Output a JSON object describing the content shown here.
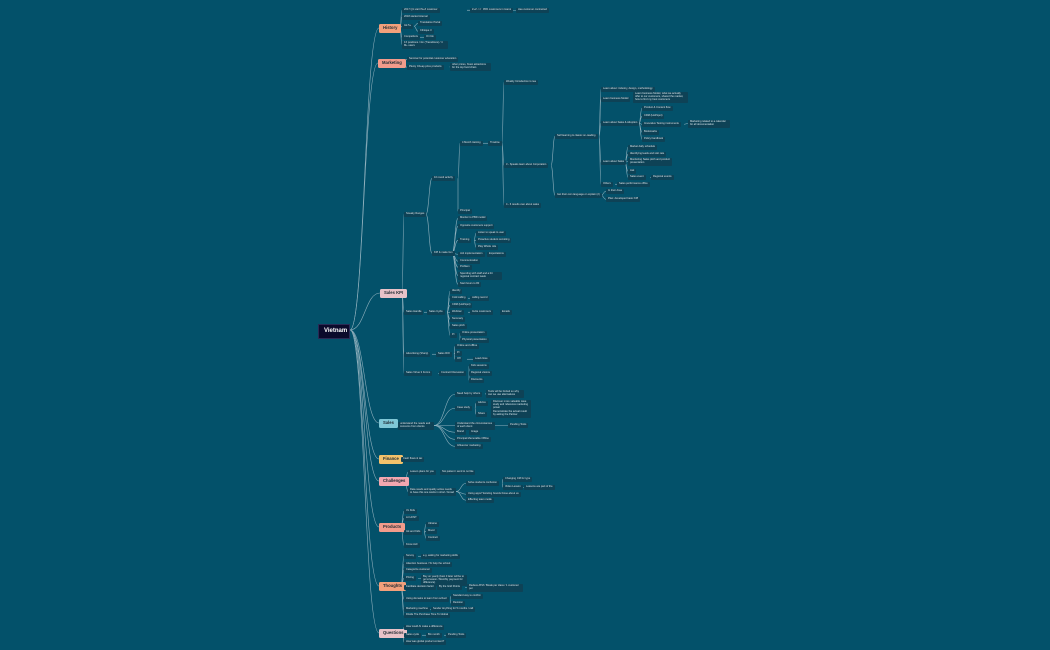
{
  "colors": {
    "background": "#03516a",
    "root": "#0b0a2c",
    "link": "#8fb0bd",
    "leaf": "#0e4256",
    "branch_history": "#f2a07b",
    "branch_marketing": "#f29b8b",
    "branch_sales_kpi": "#e7c2c8",
    "branch_sales": "#7fc7d6",
    "branch_finance": "#f3c26b",
    "branch_challenges": "#f2a7b0",
    "branch_products": "#f29b8b",
    "branch_thoughts": "#f2a07b",
    "branch_questions": "#e7c2c8"
  },
  "root": {
    "label": "Vietnam"
  },
  "branches": [
    {
      "id": "history",
      "label": "History",
      "color": "#f2a07b",
      "nodes": [
        {
          "id": "h1",
          "label": "2017 Q1 start IN+Z customer"
        },
        {
          "id": "h1a",
          "label": "Z+Z -> IN+Z to 3Y Sales"
        },
        {
          "id": "h1b",
          "label": "95% customers in Hanoi"
        },
        {
          "id": "h1c",
          "label": "Has customer contracted"
        },
        {
          "id": "h2",
          "label": "2018 started internal"
        },
        {
          "id": "h3",
          "label": "Ink 5+"
        },
        {
          "id": "h3a",
          "label": "Translation Portal"
        },
        {
          "id": "h3b",
          "label": "Clinique 3"
        },
        {
          "id": "h4",
          "label": "Competitors"
        },
        {
          "id": "h4a",
          "label": "Ori Ink"
        },
        {
          "id": "h5",
          "label": "1X positions / 4m (Transitions) / 4 M+ users"
        }
      ]
    },
    {
      "id": "marketing",
      "label": "Marketing",
      "color": "#f29b8b",
      "nodes": [
        {
          "id": "m1",
          "label": "Seminar for potential customer education"
        },
        {
          "id": "m2",
          "label": "Plenty Cheap price products"
        },
        {
          "id": "m2a",
          "label": "other prices, finest attractions for the top food chain"
        }
      ]
    },
    {
      "id": "sales_kpi",
      "label": "Sales KPI",
      "color": "#e7c2c8",
      "nodes": [
        {
          "id": "k1",
          "label": "Sneaky Ranges"
        },
        {
          "id": "k1a",
          "label": "10 round activity"
        },
        {
          "id": "k1a1",
          "label": "4 Month training"
        },
        {
          "id": "k1a1a",
          "label": "Timeline"
        },
        {
          "id": "k1a1a1",
          "label": "Weekly Introduction to tea"
        },
        {
          "id": "k1a1a2",
          "label": "3 - Speaks learn about Corporation"
        },
        {
          "id": "k1a1a3",
          "label": "4 - 6 results own about sales"
        },
        {
          "id": "k1b",
          "label": "Self learning & classic on-reading"
        },
        {
          "id": "k1b1",
          "label": "Learn about: industry, design, methodology"
        },
        {
          "id": "k1b2",
          "label": "Learn business Model"
        },
        {
          "id": "k1b2a",
          "label": "Learn business Model, what we actually offer to our customers, shared the market, how to find my best customers"
        },
        {
          "id": "k1b3",
          "label": "Learn about Sales & Adoption"
        },
        {
          "id": "k1b3a",
          "label": "Product & Content flow"
        },
        {
          "id": "k1b3b",
          "label": "CRM (HubSpot)"
        },
        {
          "id": "k1b3c",
          "label": "Innovative Testing instruments"
        },
        {
          "id": "k1b3c1",
          "label": "Marketing related to a calendar for all documentation"
        },
        {
          "id": "k1b3d",
          "label": "Bookmarks"
        },
        {
          "id": "k1b3e",
          "label": "Policy handbook"
        },
        {
          "id": "k1b4",
          "label": "Learn about Sales"
        },
        {
          "id": "k1b4a",
          "label": "Market daily schedule"
        },
        {
          "id": "k1b4b",
          "label": "Identifying leads and visit rate"
        },
        {
          "id": "k1b4c",
          "label": "Monitoring Sales pitch and product presentation"
        },
        {
          "id": "k1b4d",
          "label": "Ask"
        },
        {
          "id": "k1b4e",
          "label": "Sales event"
        },
        {
          "id": "k1b4e1",
          "label": "Regional events"
        },
        {
          "id": "k1b5",
          "label": "Others"
        },
        {
          "id": "k1b5a",
          "label": "Sales performance office"
        },
        {
          "id": "k1c",
          "label": "Get their own language or explain (2)"
        },
        {
          "id": "k1c1",
          "label": "In their Area"
        },
        {
          "id": "k1c2",
          "label": "Plan: developed basic KPI"
        },
        {
          "id": "k1d",
          "label": "Principal"
        },
        {
          "id": "k2",
          "label": "KPI & make Gm"
        },
        {
          "id": "k2a",
          "label": "Monitor to PBD model"
        },
        {
          "id": "k2b",
          "label": "Opposite customers support"
        },
        {
          "id": "k2c",
          "label": "Training"
        },
        {
          "id": "k2c1",
          "label": "Listen to speak to user"
        },
        {
          "id": "k2c2",
          "label": "Proactive student recruiting"
        },
        {
          "id": "k2c3",
          "label": "Play Whole role"
        },
        {
          "id": "k2d",
          "label": "Job implementation"
        },
        {
          "id": "k2d1",
          "label": "Expectations"
        },
        {
          "id": "k2e",
          "label": "Communication"
        },
        {
          "id": "k2f",
          "label": "Problem"
        },
        {
          "id": "k2g",
          "label": "Spending with staff and a bit regional contract week"
        },
        {
          "id": "k2h",
          "label": "Start hours to 80"
        },
        {
          "id": "k3",
          "label": "Sales Handle"
        },
        {
          "id": "k3a",
          "label": "Sales Cycle"
        },
        {
          "id": "k3a1",
          "label": "Identify"
        },
        {
          "id": "k3a2",
          "label": "Cold calling"
        },
        {
          "id": "k3a2a",
          "label": "calling record"
        },
        {
          "id": "k3a3",
          "label": "CRM (HubSpot)"
        },
        {
          "id": "k3a4",
          "label": "Webinar"
        },
        {
          "id": "k3a4a",
          "label": "Invite customers"
        },
        {
          "id": "k3a4b",
          "label": "Emails"
        },
        {
          "id": "k3a5",
          "label": "Summary"
        },
        {
          "id": "k3a6",
          "label": "Sales pitch"
        },
        {
          "id": "k3a7",
          "label": "Pr"
        },
        {
          "id": "k3a7a",
          "label": "Online presentation"
        },
        {
          "id": "k3a7b",
          "label": "Physical presentation"
        },
        {
          "id": "k4",
          "label": "Advertising (Sharp)"
        },
        {
          "id": "k4a",
          "label": "Sales ROI"
        },
        {
          "id": "k4a1",
          "label": "Online and offline"
        },
        {
          "id": "k4a2",
          "label": "Pr"
        },
        {
          "id": "k4a3",
          "label": "Off"
        },
        {
          "id": "k4a3a",
          "label": "Lead close"
        },
        {
          "id": "k5",
          "label": "Sales Virtue 3 Forms"
        },
        {
          "id": "k5a",
          "label": "Contract Discussion"
        },
        {
          "id": "k5a1",
          "label": "Kick sessions"
        },
        {
          "id": "k5a2",
          "label": "Regional visions"
        },
        {
          "id": "k5a3",
          "label": "Discounts"
        }
      ]
    },
    {
      "id": "sales",
      "label": "Sales",
      "color": "#7fc7d6",
      "nodes": [
        {
          "id": "s0",
          "label": "understand the needs and concerns from clients"
        },
        {
          "id": "s1",
          "label": "Need help by others"
        },
        {
          "id": "s1a",
          "label": "Tools will be limited so why can we use alternatives"
        },
        {
          "id": "s2",
          "label": "Case study"
        },
        {
          "id": "s2a",
          "label": "Advice"
        },
        {
          "id": "s2a1",
          "label": "Discover more valuable case study and reference marketing power"
        },
        {
          "id": "s2b",
          "label": "Share"
        },
        {
          "id": "s2b1",
          "label": "Demonstrate the actual result by asking the Partner"
        },
        {
          "id": "s3",
          "label": "Understand the circumstances of each client"
        },
        {
          "id": "s3a",
          "label": "Pending Tools"
        },
        {
          "id": "s4",
          "label": "Brand"
        },
        {
          "id": "s4a",
          "label": "Image"
        },
        {
          "id": "s5",
          "label": "Principal Memorable Offline"
        },
        {
          "id": "s6",
          "label": "Influencer marketing"
        }
      ]
    },
    {
      "id": "finance",
      "label": "Finance",
      "color": "#f3c26b",
      "nodes": [
        {
          "id": "f1",
          "label": "Cash flows & tax"
        }
      ]
    },
    {
      "id": "challenges",
      "label": "Challenges",
      "color": "#f2a7b0",
      "nodes": [
        {
          "id": "c1",
          "label": "Lesson plans for you"
        },
        {
          "id": "c1a",
          "label": "Not patient / send to no like"
        },
        {
          "id": "c2",
          "label": "Data needs and quality active needs to have this one works in short / broad"
        },
        {
          "id": "c2a",
          "label": "Solve students confusion"
        },
        {
          "id": "c2a1",
          "label": "Changing CM for type"
        },
        {
          "id": "c2a2",
          "label": "Video Lesson"
        },
        {
          "id": "c2a2a",
          "label": "Lessons are part of the"
        },
        {
          "id": "c2b",
          "label": "Using apps? Existing brands those about us"
        },
        {
          "id": "c2c",
          "label": "Effecting team mode"
        }
      ]
    },
    {
      "id": "products",
      "label": "Products",
      "color": "#f29b8b",
      "nodes": [
        {
          "id": "p1",
          "label": "Vn Kids"
        },
        {
          "id": "p2",
          "label": "Lit HOST"
        },
        {
          "id": "p3",
          "label": "Ink and Kids"
        },
        {
          "id": "p3a",
          "label": "Ukraine"
        },
        {
          "id": "p3b",
          "label": "Mood"
        },
        {
          "id": "p3c",
          "label": "Contract"
        },
        {
          "id": "p4",
          "label": "Know ALF"
        }
      ]
    },
    {
      "id": "thoughts",
      "label": "Thoughts",
      "color": "#f2a07b",
      "nodes": [
        {
          "id": "t1",
          "label": "Survey"
        },
        {
          "id": "t1a",
          "label": "e.g. asking for marketing skills"
        },
        {
          "id": "t2",
          "label": "Attention business / To help the school"
        },
        {
          "id": "t3",
          "label": "Categorize customer"
        },
        {
          "id": "t4",
          "label": "Pricing"
        },
        {
          "id": "t4a",
          "label": "Buy on yearly (best 3 later will be to go to lesson / Monthly payment for difference)"
        },
        {
          "id": "t5",
          "label": "Facilitate decision factor"
        },
        {
          "id": "t5a",
          "label": "By the Grid Points"
        },
        {
          "id": "t5a1",
          "label": "Reduce ATM / Break per class / 1 customer per"
        },
        {
          "id": "t6",
          "label": "Using domains to learn from school"
        },
        {
          "id": "t6a",
          "label": "Standard way to confirm"
        },
        {
          "id": "t6b",
          "label": "Revision"
        },
        {
          "id": "t7",
          "label": "Marketing machine"
        },
        {
          "id": "t7a",
          "label": "Sender Anything for 5 months / call"
        },
        {
          "id": "t8",
          "label": "Divide The Purchase Time To Global"
        }
      ]
    },
    {
      "id": "questions",
      "label": "Questions",
      "color": "#e7c2c8",
      "nodes": [
        {
          "id": "q1",
          "label": "How could AI make a difference"
        },
        {
          "id": "q2",
          "label": "Sales cycle"
        },
        {
          "id": "q2a",
          "label": "Bin month"
        },
        {
          "id": "q2b",
          "label": "Pending Tools"
        },
        {
          "id": "q3",
          "label": "How was global product content?"
        }
      ]
    }
  ]
}
